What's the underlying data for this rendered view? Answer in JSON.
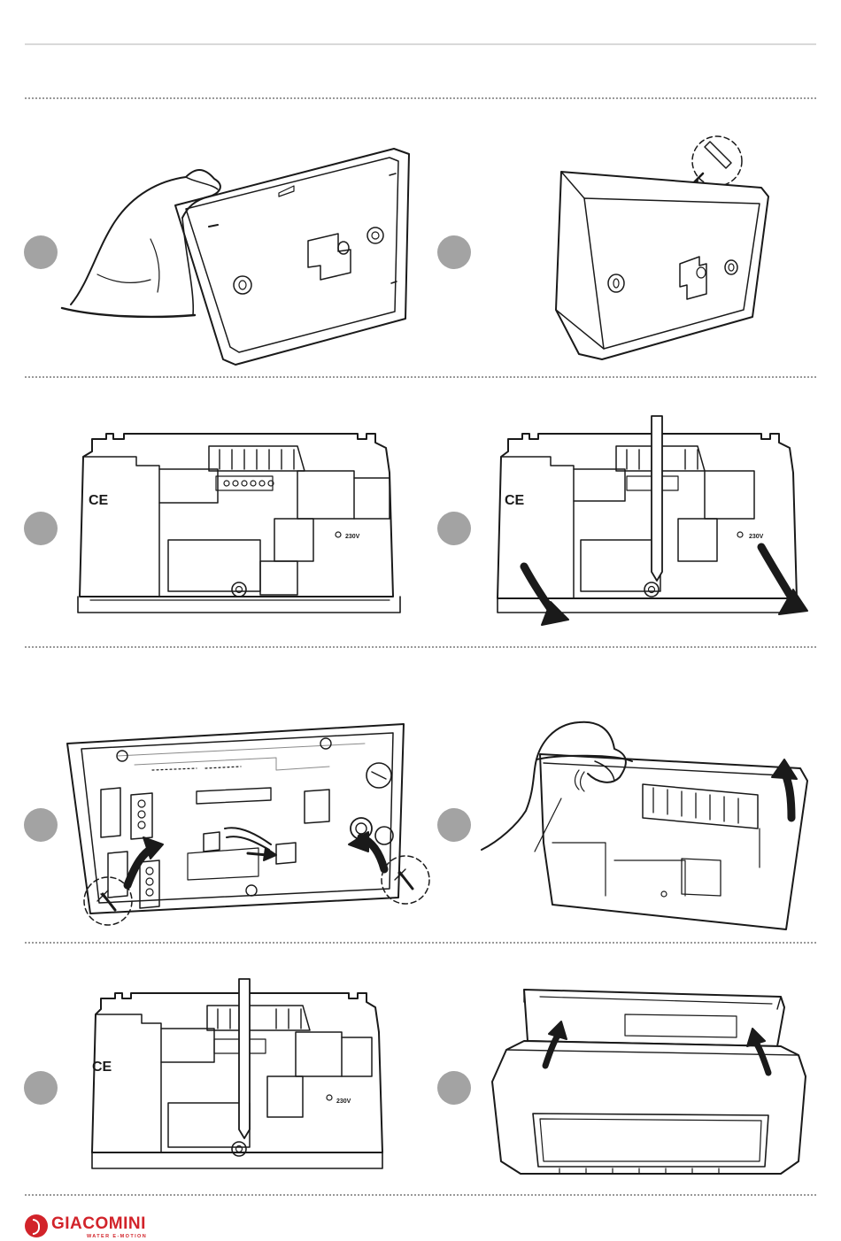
{
  "steps": [
    {
      "number": "",
      "title": "Grip the thermostat and tilt it forward"
    },
    {
      "number": "",
      "title": "Release the top latch with a screwdriver"
    },
    {
      "number": "",
      "title": "Rear view of the base"
    },
    {
      "number": "",
      "title": "Loosen the screw and swing the base out"
    },
    {
      "number": "",
      "title": "Fix the base with the two wall screws"
    },
    {
      "number": "",
      "title": "Hook the cover onto the base"
    },
    {
      "number": "",
      "title": "Tighten the bottom screw"
    },
    {
      "number": "",
      "title": "Push the front cover up into place"
    }
  ],
  "labels": {
    "ce_mark": "CE",
    "voltage": "230V"
  },
  "brand": {
    "name": "GIACOMINI",
    "tagline": "WATER E-MOTION",
    "color": "#d2232a"
  },
  "colors": {
    "step_circle": "#a3a3a3",
    "line_art": "#1a1a1a",
    "separator": "#9a9a9a"
  }
}
